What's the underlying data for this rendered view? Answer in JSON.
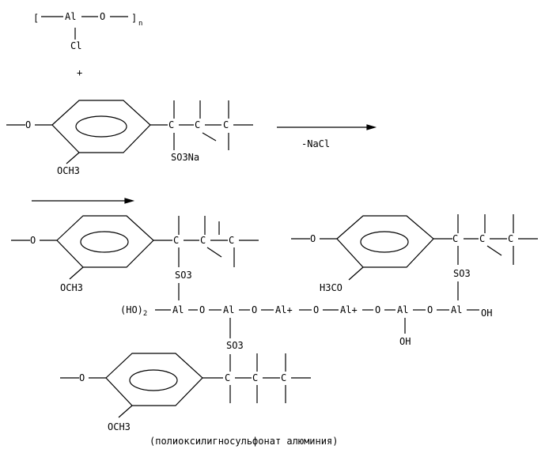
{
  "reactant1": {
    "bracket_left": "[",
    "al": "Al",
    "o": "O",
    "bracket_right": "]",
    "n": "n",
    "cl": "Cl"
  },
  "plus": "+",
  "reactant2": {
    "o": "O",
    "c": "C",
    "so3na": "SO3Na",
    "och3": "OCH3"
  },
  "arrow1_label": "-NaCl",
  "product": {
    "ho2": "(HO)",
    "ho2_sub": "2",
    "al": "Al",
    "al_plus": "Al+",
    "o": "O",
    "oh": "OH",
    "so3": "SO3",
    "och3": "OCH3",
    "h3co": "H3CO",
    "c": "C"
  },
  "caption": "(полиоксилигносульфонат алюминия)"
}
